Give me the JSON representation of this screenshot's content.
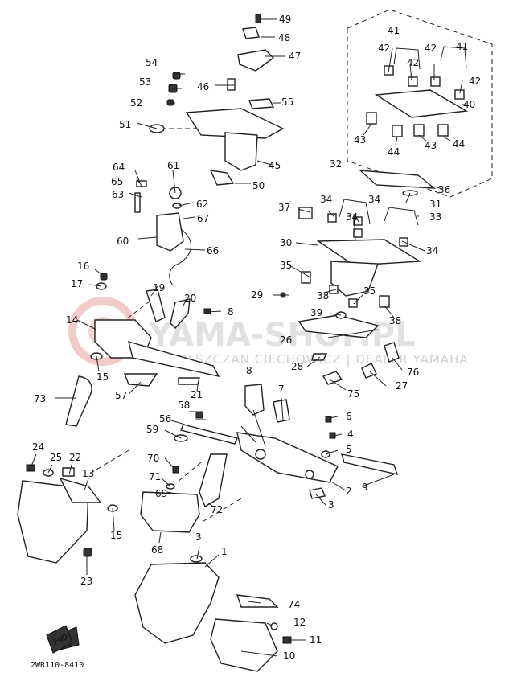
{
  "diagram": {
    "drawing_code": "2WR110-8410",
    "fwd_label": "FWD",
    "watermark": {
      "brand": "YAMA-SHOP.PL",
      "subtitle": "WOLSZCZAN CIECHOWICZ | DEALER YAMAHA"
    },
    "callouts": [
      {
        "id": "c1",
        "text": "1"
      },
      {
        "id": "c2",
        "text": "2"
      },
      {
        "id": "c3a",
        "text": "3"
      },
      {
        "id": "c3b",
        "text": "3"
      },
      {
        "id": "c4",
        "text": "4"
      },
      {
        "id": "c5",
        "text": "5"
      },
      {
        "id": "c6",
        "text": "6"
      },
      {
        "id": "c7",
        "text": "7"
      },
      {
        "id": "c8a",
        "text": "8"
      },
      {
        "id": "c8b",
        "text": "8"
      },
      {
        "id": "c9",
        "text": "9"
      },
      {
        "id": "c10",
        "text": "10"
      },
      {
        "id": "c11",
        "text": "11"
      },
      {
        "id": "c12",
        "text": "12"
      },
      {
        "id": "c13",
        "text": "13"
      },
      {
        "id": "c14",
        "text": "14"
      },
      {
        "id": "c15a",
        "text": "15"
      },
      {
        "id": "c15b",
        "text": "15"
      },
      {
        "id": "c16",
        "text": "16"
      },
      {
        "id": "c17",
        "text": "17"
      },
      {
        "id": "c19",
        "text": "19"
      },
      {
        "id": "c20",
        "text": "20"
      },
      {
        "id": "c21",
        "text": "21"
      },
      {
        "id": "c22",
        "text": "22"
      },
      {
        "id": "c23",
        "text": "23"
      },
      {
        "id": "c24",
        "text": "24"
      },
      {
        "id": "c25",
        "text": "25"
      },
      {
        "id": "c26",
        "text": "26"
      },
      {
        "id": "c27",
        "text": "27"
      },
      {
        "id": "c28",
        "text": "28"
      },
      {
        "id": "c29",
        "text": "29"
      },
      {
        "id": "c30",
        "text": "30"
      },
      {
        "id": "c31",
        "text": "31"
      },
      {
        "id": "c32",
        "text": "32"
      },
      {
        "id": "c33",
        "text": "33"
      },
      {
        "id": "c34a",
        "text": "34"
      },
      {
        "id": "c34b",
        "text": "34"
      },
      {
        "id": "c34c",
        "text": "34"
      },
      {
        "id": "c34d",
        "text": "34"
      },
      {
        "id": "c35a",
        "text": "35"
      },
      {
        "id": "c35b",
        "text": "35"
      },
      {
        "id": "c36",
        "text": "36"
      },
      {
        "id": "c37",
        "text": "37"
      },
      {
        "id": "c38a",
        "text": "38"
      },
      {
        "id": "c38b",
        "text": "38"
      },
      {
        "id": "c39",
        "text": "39"
      },
      {
        "id": "c40",
        "text": "40"
      },
      {
        "id": "c41a",
        "text": "41"
      },
      {
        "id": "c41b",
        "text": "41"
      },
      {
        "id": "c42a",
        "text": "42"
      },
      {
        "id": "c42b",
        "text": "42"
      },
      {
        "id": "c42c",
        "text": "42"
      },
      {
        "id": "c42d",
        "text": "42"
      },
      {
        "id": "c43a",
        "text": "43"
      },
      {
        "id": "c43b",
        "text": "43"
      },
      {
        "id": "c44a",
        "text": "44"
      },
      {
        "id": "c44b",
        "text": "44"
      },
      {
        "id": "c45",
        "text": "45"
      },
      {
        "id": "c46",
        "text": "46"
      },
      {
        "id": "c47",
        "text": "47"
      },
      {
        "id": "c48",
        "text": "48"
      },
      {
        "id": "c49",
        "text": "49"
      },
      {
        "id": "c50",
        "text": "50"
      },
      {
        "id": "c51",
        "text": "51"
      },
      {
        "id": "c52",
        "text": "52"
      },
      {
        "id": "c53",
        "text": "53"
      },
      {
        "id": "c54",
        "text": "54"
      },
      {
        "id": "c55",
        "text": "55"
      },
      {
        "id": "c56",
        "text": "56"
      },
      {
        "id": "c57",
        "text": "57"
      },
      {
        "id": "c58",
        "text": "58"
      },
      {
        "id": "c59",
        "text": "59"
      },
      {
        "id": "c60",
        "text": "60"
      },
      {
        "id": "c61",
        "text": "61"
      },
      {
        "id": "c62",
        "text": "62"
      },
      {
        "id": "c63",
        "text": "63"
      },
      {
        "id": "c64",
        "text": "64"
      },
      {
        "id": "c65",
        "text": "65"
      },
      {
        "id": "c66",
        "text": "66"
      },
      {
        "id": "c67",
        "text": "67"
      },
      {
        "id": "c68",
        "text": "68"
      },
      {
        "id": "c69",
        "text": "69"
      },
      {
        "id": "c70",
        "text": "70"
      },
      {
        "id": "c71",
        "text": "71"
      },
      {
        "id": "c72",
        "text": "72"
      },
      {
        "id": "c73",
        "text": "73"
      },
      {
        "id": "c74",
        "text": "74"
      },
      {
        "id": "c75",
        "text": "75"
      },
      {
        "id": "c76",
        "text": "76"
      }
    ]
  }
}
